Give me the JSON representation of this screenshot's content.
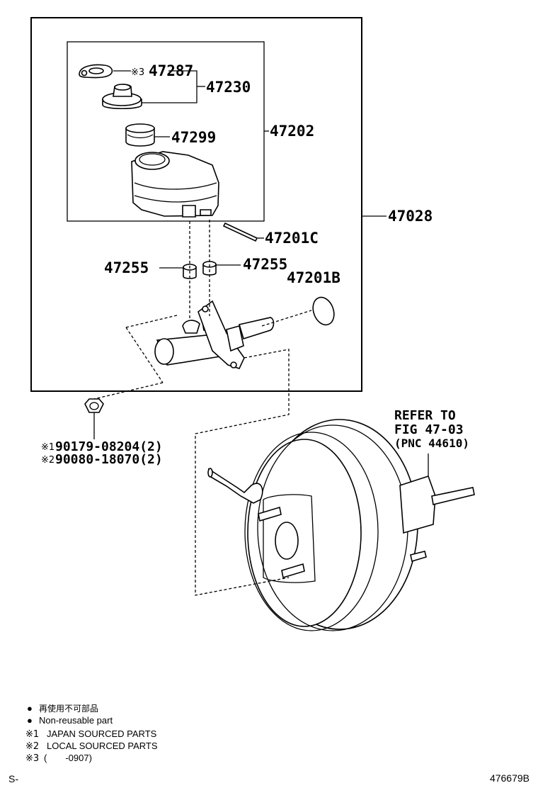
{
  "callouts": {
    "p47287": "47287",
    "p47287_mark": "※3",
    "p47230": "47230",
    "p47299": "47299",
    "p47202": "47202",
    "p47028": "47028",
    "p47201C": "47201C",
    "p47255_left": "47255",
    "p47255_right": "47255",
    "p47201B": "47201B",
    "p90179_mark": "※1",
    "p90179": "90179-08204(2)",
    "p90080_mark": "※2",
    "p90080": "90080-18070(2)",
    "refer_line1": "REFER TO",
    "refer_line2": "FIG 47-03",
    "refer_line3": "(PNC 44610)"
  },
  "legend": {
    "bullet": "●",
    "nonreusable_jp": "再使用不可部品",
    "nonreusable_en": "Non-reusable part",
    "note1_mark": "※1",
    "note1": "JAPAN SOURCED PARTS",
    "note2_mark": "※2",
    "note2": "LOCAL SOURCED PARTS",
    "note3_mark": "※3",
    "note3": "(　　-0907)"
  },
  "footer": {
    "left": "S-",
    "right": "476679B"
  }
}
